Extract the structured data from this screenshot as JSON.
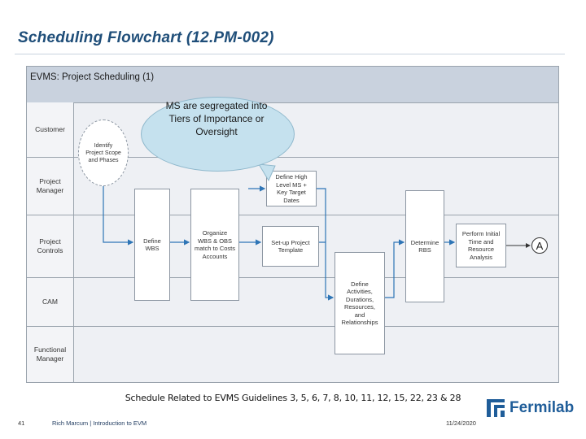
{
  "slide": {
    "title": "Scheduling Flowchart (12.PM-002)",
    "guidelines": "Schedule Related to EVMS Guidelines 3, 5, 6, 7, 8, 10, 11, 12, 15, 22, 23 & 28",
    "page_number": "41",
    "author": "Rich Marcum | Introduction to EVM",
    "date": "11/24/2020",
    "logo_text": "Fermilab"
  },
  "flowchart": {
    "title": "EVMS: Project Scheduling (1)",
    "lanes": [
      "Customer",
      "Project\nManager",
      "Project\nControls",
      "CAM",
      "Functional\nManager"
    ],
    "start": "Identify\nProject Scope\nand Phases",
    "nodes": {
      "define_wbs": "Define\nWBS",
      "organize_wbs": "Organize\nWBS & OBS\nmatch to Costs\nAccounts",
      "define_milestones": "Define High\nLevel MS +\nKey Target\nDates",
      "setup_template": "Set-up Project\nTemplate",
      "define_activities": "Define\nActivities,\nDurations,\nResources,\nand\nRelationships",
      "determine_rbs": "Determine\nRBS",
      "perform_analysis": "Perform Initial\nTime and\nResource\nAnalysis"
    },
    "connector": "A",
    "callout": "MS are segregated into Tiers of Importance or Oversight"
  }
}
